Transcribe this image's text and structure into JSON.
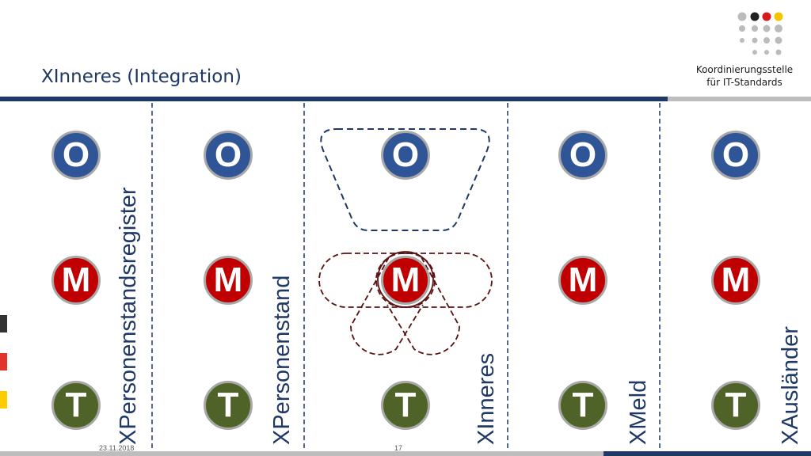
{
  "slide": {
    "title": "XInneres (Integration)",
    "date": "23.11.2018",
    "page_number": "17"
  },
  "logo": {
    "line1": "Koordinierungsstelle",
    "line2": "für IT-Standards"
  },
  "layer_letters": {
    "O": "O",
    "M": "M",
    "T": "T"
  },
  "columns": [
    {
      "label": "XPersonenstandsregister"
    },
    {
      "label": "XPersonenstand"
    },
    {
      "label": "XInneres"
    },
    {
      "label": "XMeld"
    },
    {
      "label": "XAusländer"
    }
  ],
  "colors": {
    "title": "#1f3864",
    "layer_O": "#2f5597",
    "layer_M": "#c00000",
    "layer_T": "#4f6228",
    "outline_O": "#1f3864",
    "outline_M": "#5c1010",
    "accent_bar": "#1f3864",
    "flag_black": "#333333",
    "flag_red": "#e0342b",
    "flag_gold": "#ffcc00"
  }
}
